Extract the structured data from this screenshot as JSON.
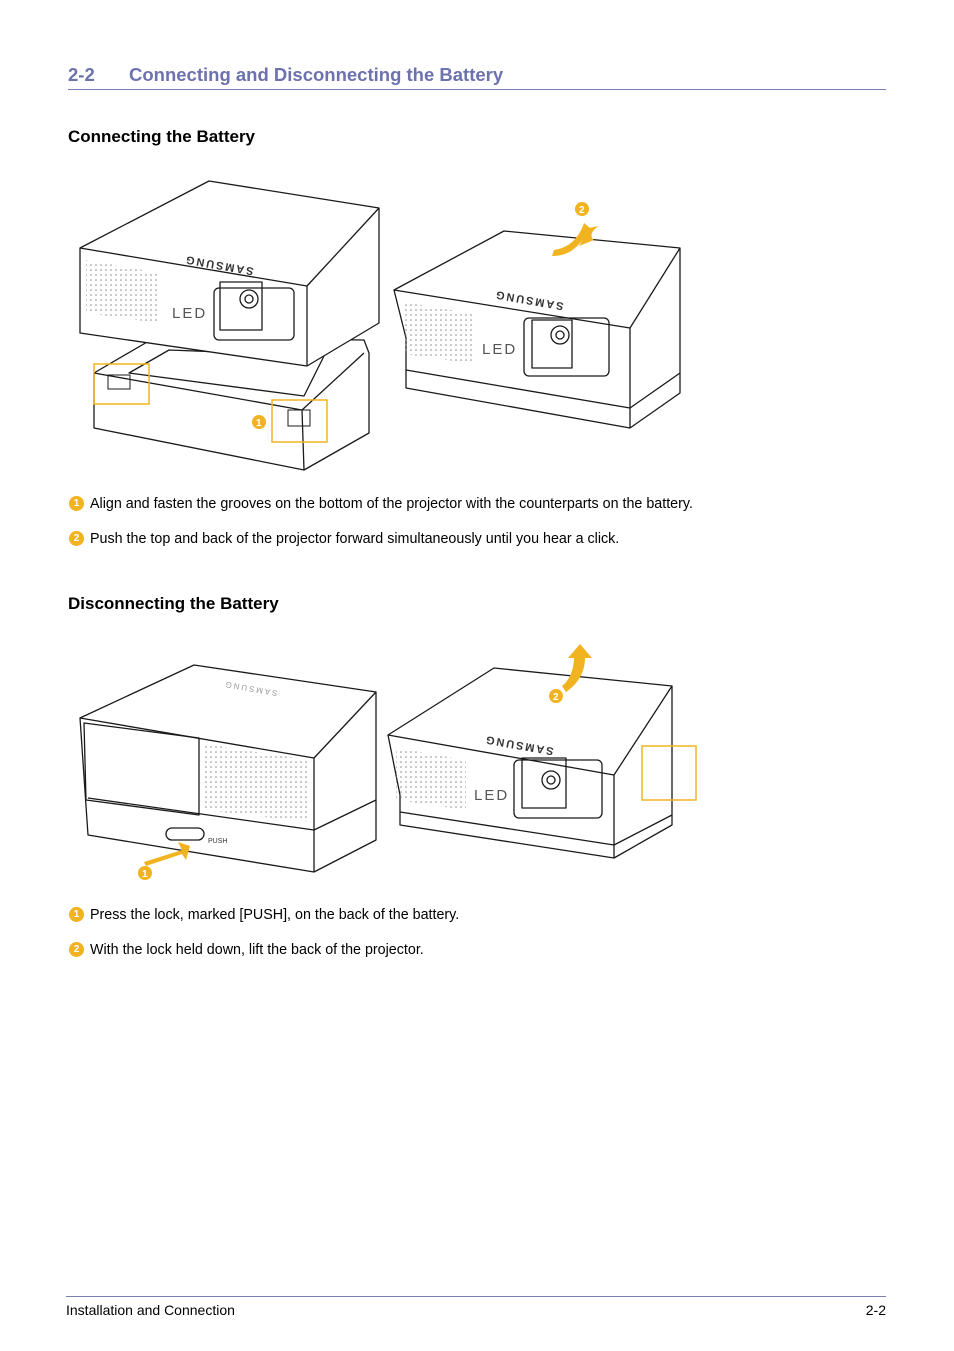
{
  "header": {
    "section_number": "2-2",
    "section_title": "Connecting and Disconnecting the Battery"
  },
  "connecting": {
    "heading": "Connecting the Battery",
    "steps": [
      {
        "marker": "1",
        "text": "Align and fasten the grooves on the bottom of the projector with the counterparts on the battery."
      },
      {
        "marker": "2",
        "text": "Push the top and back of the projector forward simultaneously until you hear a click."
      }
    ]
  },
  "disconnecting": {
    "heading": "Disconnecting the Battery",
    "steps": [
      {
        "marker": "1",
        "text": "Press the lock, marked [PUSH], on the back of the battery."
      },
      {
        "marker": "2",
        "text": "With the lock held down, lift the back of the projector."
      }
    ]
  },
  "illustration_text": {
    "brand": "SAMSUNG",
    "led": "LED",
    "push": "PUSH",
    "callout_1": "1",
    "callout_2": "2"
  },
  "footer": {
    "chapter": "Installation and Connection",
    "page": "2-2"
  },
  "colors": {
    "heading_accent": "#6d71ad",
    "callout": "#f2b320",
    "rule": "#7b7fb5"
  }
}
